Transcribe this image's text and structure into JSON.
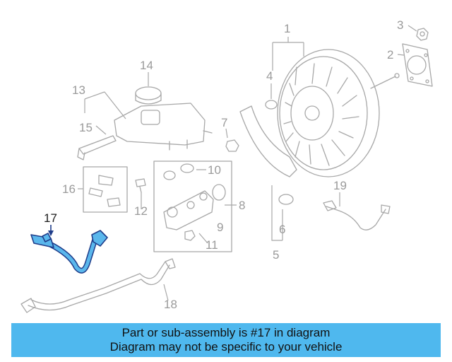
{
  "diagram": {
    "callouts": {
      "c1": "1",
      "c2": "2",
      "c3": "3",
      "c4": "4",
      "c5": "5",
      "c6": "6",
      "c7": "7",
      "c8": "8",
      "c9": "9",
      "c10": "10",
      "c11": "11",
      "c12": "12",
      "c13": "13",
      "c14": "14",
      "c15": "15",
      "c16": "16",
      "c17": "17",
      "c18": "18",
      "c19": "19"
    },
    "highlighted_part": "17",
    "colors": {
      "highlight_fill": "#5ab7ec",
      "highlight_stroke": "#1f3d8a",
      "line_art": "#a8a8a8"
    }
  },
  "banner": {
    "line1": "Part or sub-assembly is #17 in diagram",
    "line2": "Diagram may not be specific to your vehicle",
    "background": "#4fb8ee"
  }
}
